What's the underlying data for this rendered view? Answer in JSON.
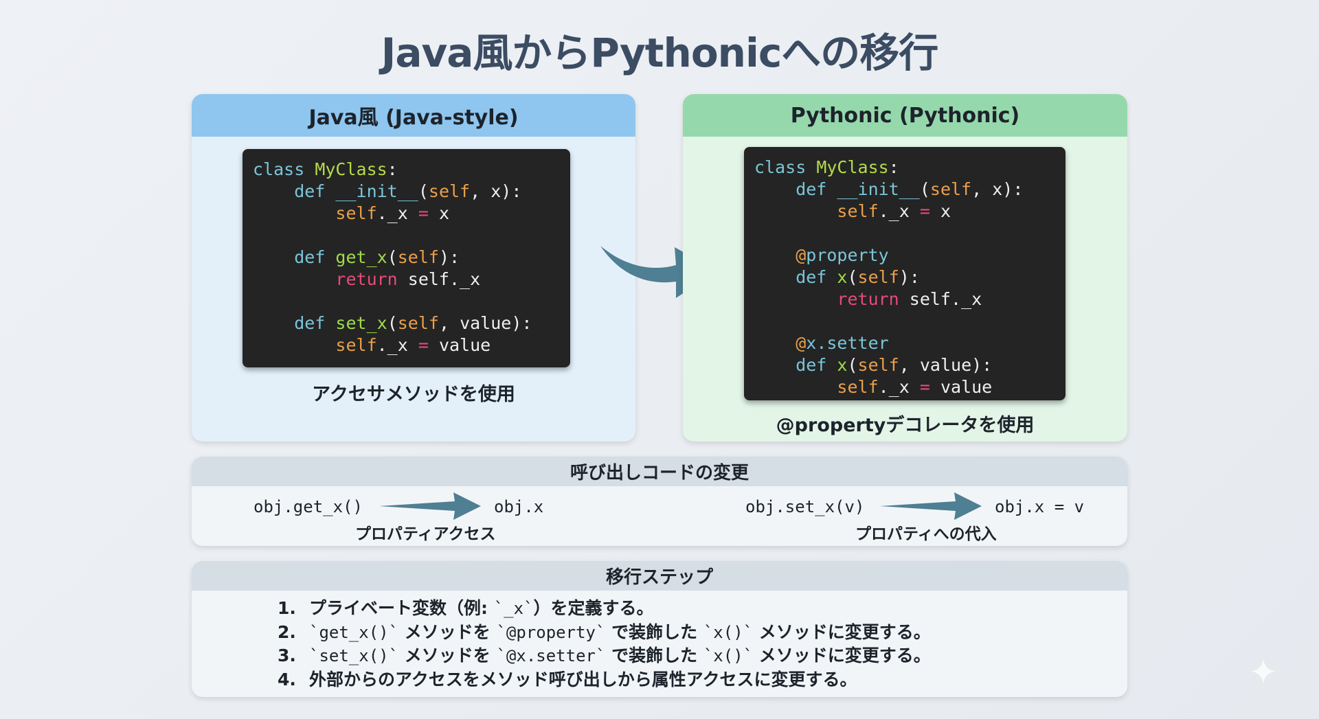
{
  "title": "Java風からPythonicへの移行",
  "left": {
    "header": "Java風 (Java-style)",
    "caption": "アクセサメソッドを使用",
    "code": [
      [
        [
          "class ",
          "kw"
        ],
        [
          "MyClass",
          "cls"
        ],
        [
          ":",
          ""
        ]
      ],
      [
        [
          "    def ",
          "kw"
        ],
        [
          "__init__",
          "kw"
        ],
        [
          "(",
          ""
        ],
        [
          "self",
          "self"
        ],
        [
          ", x):",
          ""
        ]
      ],
      [
        [
          "        self",
          "self"
        ],
        [
          "._x ",
          ""
        ],
        [
          "=",
          "op"
        ],
        [
          " x",
          ""
        ]
      ],
      [],
      [
        [
          "    def ",
          "kw"
        ],
        [
          "get_x",
          "fn"
        ],
        [
          "(",
          ""
        ],
        [
          "self",
          "self"
        ],
        [
          "):",
          ""
        ]
      ],
      [
        [
          "        return",
          "ret"
        ],
        [
          " self._x",
          ""
        ]
      ],
      [],
      [
        [
          "    def ",
          "kw"
        ],
        [
          "set_x",
          "fn"
        ],
        [
          "(",
          ""
        ],
        [
          "self",
          "self"
        ],
        [
          ", value):",
          ""
        ]
      ],
      [
        [
          "        self",
          "self"
        ],
        [
          "._x ",
          ""
        ],
        [
          "=",
          "op"
        ],
        [
          " value",
          ""
        ]
      ]
    ]
  },
  "right": {
    "header": "Pythonic (Pythonic)",
    "caption": "@propertyデコレータを使用",
    "code": [
      [
        [
          "class ",
          "kw"
        ],
        [
          "MyClass",
          "cls"
        ],
        [
          ":",
          ""
        ]
      ],
      [
        [
          "    def ",
          "kw"
        ],
        [
          "__init__",
          "kw"
        ],
        [
          "(",
          ""
        ],
        [
          "self",
          "self"
        ],
        [
          ", x):",
          ""
        ]
      ],
      [
        [
          "        self",
          "self"
        ],
        [
          "._x ",
          ""
        ],
        [
          "=",
          "op"
        ],
        [
          " x",
          ""
        ]
      ],
      [],
      [
        [
          "    @",
          "dec"
        ],
        [
          "property",
          "decn"
        ]
      ],
      [
        [
          "    def ",
          "kw"
        ],
        [
          "x",
          "fn"
        ],
        [
          "(",
          ""
        ],
        [
          "self",
          "self"
        ],
        [
          "):",
          ""
        ]
      ],
      [
        [
          "        return",
          "ret"
        ],
        [
          " self._x",
          ""
        ]
      ],
      [],
      [
        [
          "    @",
          "dec"
        ],
        [
          "x.setter",
          "decn"
        ]
      ],
      [
        [
          "    def ",
          "kw"
        ],
        [
          "x",
          "fn"
        ],
        [
          "(",
          ""
        ],
        [
          "self",
          "self"
        ],
        [
          ", value):",
          ""
        ]
      ],
      [
        [
          "        self",
          "self"
        ],
        [
          "._x ",
          ""
        ],
        [
          "=",
          "op"
        ],
        [
          " value",
          ""
        ]
      ]
    ]
  },
  "calls": {
    "header": "呼び出しコードの変更",
    "get": {
      "from": "obj.get_x()",
      "to": "obj.x",
      "label": "プロパティアクセス"
    },
    "set": {
      "from": "obj.set_x(v)",
      "to": "obj.x = v",
      "label": "プロパティへの代入"
    }
  },
  "steps": {
    "header": "移行ステップ",
    "items": [
      [
        [
          "1.",
          "n"
        ],
        [
          "プライベート変数（例: ",
          ""
        ],
        [
          "`_x`",
          "m"
        ],
        [
          "）を定義する。",
          ""
        ]
      ],
      [
        [
          "2.",
          "n"
        ],
        [
          "`get_x()`",
          "m"
        ],
        [
          " メソッドを ",
          ""
        ],
        [
          "`@property`",
          "m"
        ],
        [
          " で装飾した ",
          ""
        ],
        [
          "`x()`",
          "m"
        ],
        [
          " メソッドに変更する。",
          ""
        ]
      ],
      [
        [
          "3.",
          "n"
        ],
        [
          "`set_x()`",
          "m"
        ],
        [
          " メソッドを ",
          ""
        ],
        [
          "`@x.setter`",
          "m"
        ],
        [
          " で装飾した ",
          ""
        ],
        [
          "`x()`",
          "m"
        ],
        [
          " メソッドに変更する。",
          ""
        ]
      ],
      [
        [
          "4.",
          "n"
        ],
        [
          "外部からのアクセスをメソッド呼び出しから属性アクセスに変更する。",
          ""
        ]
      ]
    ]
  },
  "colors": {
    "arrow": "#4e7f92",
    "java_header": "#8fc6ef",
    "pythonic_header": "#95d8ac"
  }
}
